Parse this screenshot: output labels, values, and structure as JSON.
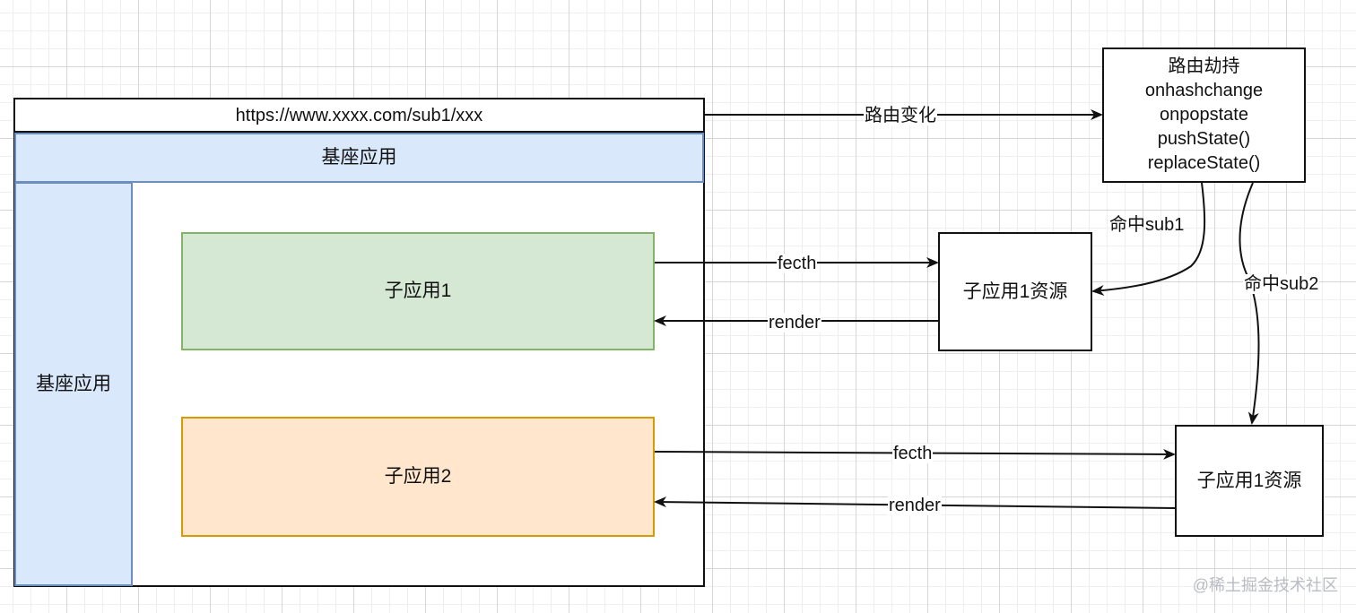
{
  "url": "https://www.xxxx.com/sub1/xxx",
  "base_app_top": "基座应用",
  "base_app_side": "基座应用",
  "sub_app_1": "子应用1",
  "sub_app_2": "子应用2",
  "router_box": {
    "lines": [
      "路由劫持",
      "onhashchange",
      "onpopstate",
      "pushState()",
      "replaceState()"
    ]
  },
  "resource_box_1": "子应用1资源",
  "resource_box_2": "子应用1资源",
  "edges": {
    "route_change": "路由变化",
    "fetch_1": "fecth",
    "render_1": "render",
    "fetch_2": "fecth",
    "render_2": "render",
    "hit_sub1": "命中sub1",
    "hit_sub2": "命中sub2"
  },
  "watermark": "@稀土掘金技术社区",
  "colors": {
    "base_fill": "#dae8fc",
    "base_stroke": "#6c8ebf",
    "sub1_fill": "#d5e8d4",
    "sub1_stroke": "#82b366",
    "sub2_fill": "#ffe6cc",
    "sub2_stroke": "#d79b00",
    "line": "#111111"
  }
}
